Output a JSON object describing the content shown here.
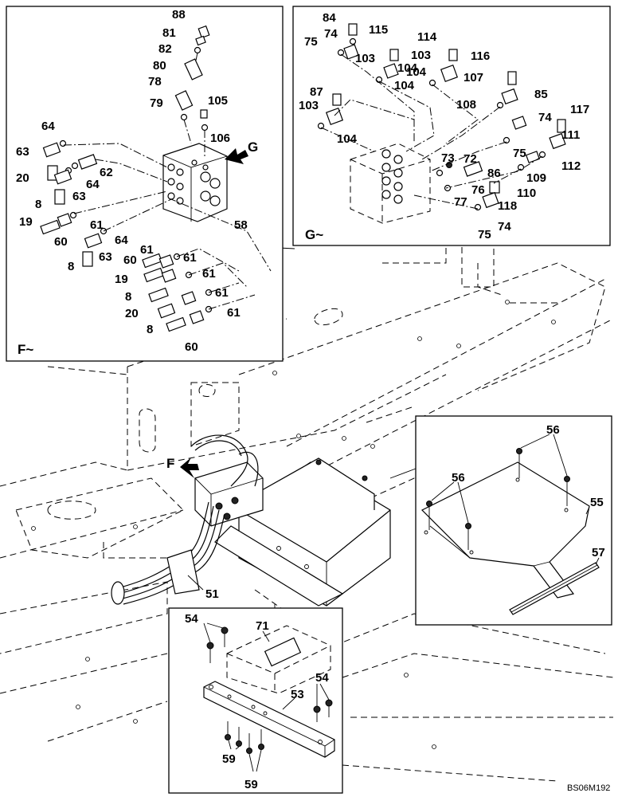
{
  "views": {
    "F": {
      "caption": "F~"
    },
    "G": {
      "caption": "G~"
    },
    "main": {
      "arrow_F": "F"
    }
  },
  "view_F_labels": [
    "88",
    "81",
    "82",
    "80",
    "78",
    "79",
    "105",
    "106",
    "64",
    "63",
    "62",
    "64",
    "20",
    "63",
    "8",
    "19",
    "61",
    "60",
    "64",
    "63",
    "61",
    "8",
    "60",
    "61",
    "19",
    "61",
    "8",
    "61",
    "20",
    "8",
    "61",
    "60",
    "58"
  ],
  "view_G_labels": [
    "84",
    "74",
    "75",
    "103",
    "115",
    "104",
    "114",
    "103",
    "104",
    "116",
    "107",
    "87",
    "103",
    "104",
    "108",
    "85",
    "74",
    "117",
    "111",
    "104",
    "75",
    "73",
    "72",
    "109",
    "112",
    "86",
    "76",
    "110",
    "77",
    "118",
    "75",
    "74"
  ],
  "arrow_G": "G",
  "main_labels": [
    "51"
  ],
  "detail_cover_labels": [
    "56",
    "56",
    "55",
    "57"
  ],
  "detail_bracket_labels": [
    "54",
    "71",
    "53",
    "54",
    "59",
    "59"
  ],
  "drawing_code": "BS06M192"
}
